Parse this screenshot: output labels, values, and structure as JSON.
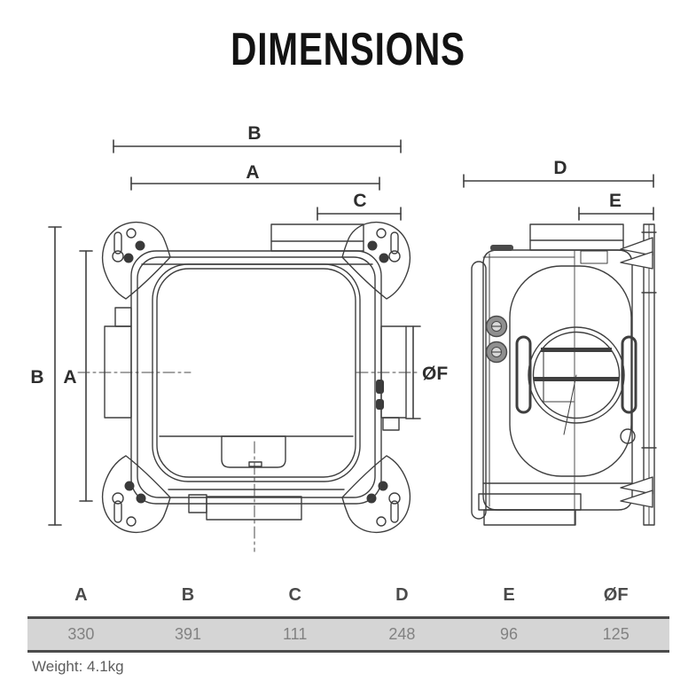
{
  "title": "DIMENSIONS",
  "diagram": {
    "labels": {
      "b_horizontal": "B",
      "a_horizontal": "A",
      "c": "C",
      "d": "D",
      "e": "E",
      "b_vertical": "B",
      "a_vertical": "A",
      "f": "ØF"
    }
  },
  "table": {
    "headers": [
      "A",
      "B",
      "C",
      "D",
      "E",
      "ØF"
    ],
    "values": [
      "330",
      "391",
      "111",
      "248",
      "96",
      "125"
    ]
  },
  "weight": "Weight: 4.1kg",
  "colors": {
    "line": "#3f3f3f",
    "label": "#2e2e2e",
    "row_bg": "#d5d5d5",
    "row_border": "#4c4c4c",
    "muted_text": "#5d5d5d"
  }
}
